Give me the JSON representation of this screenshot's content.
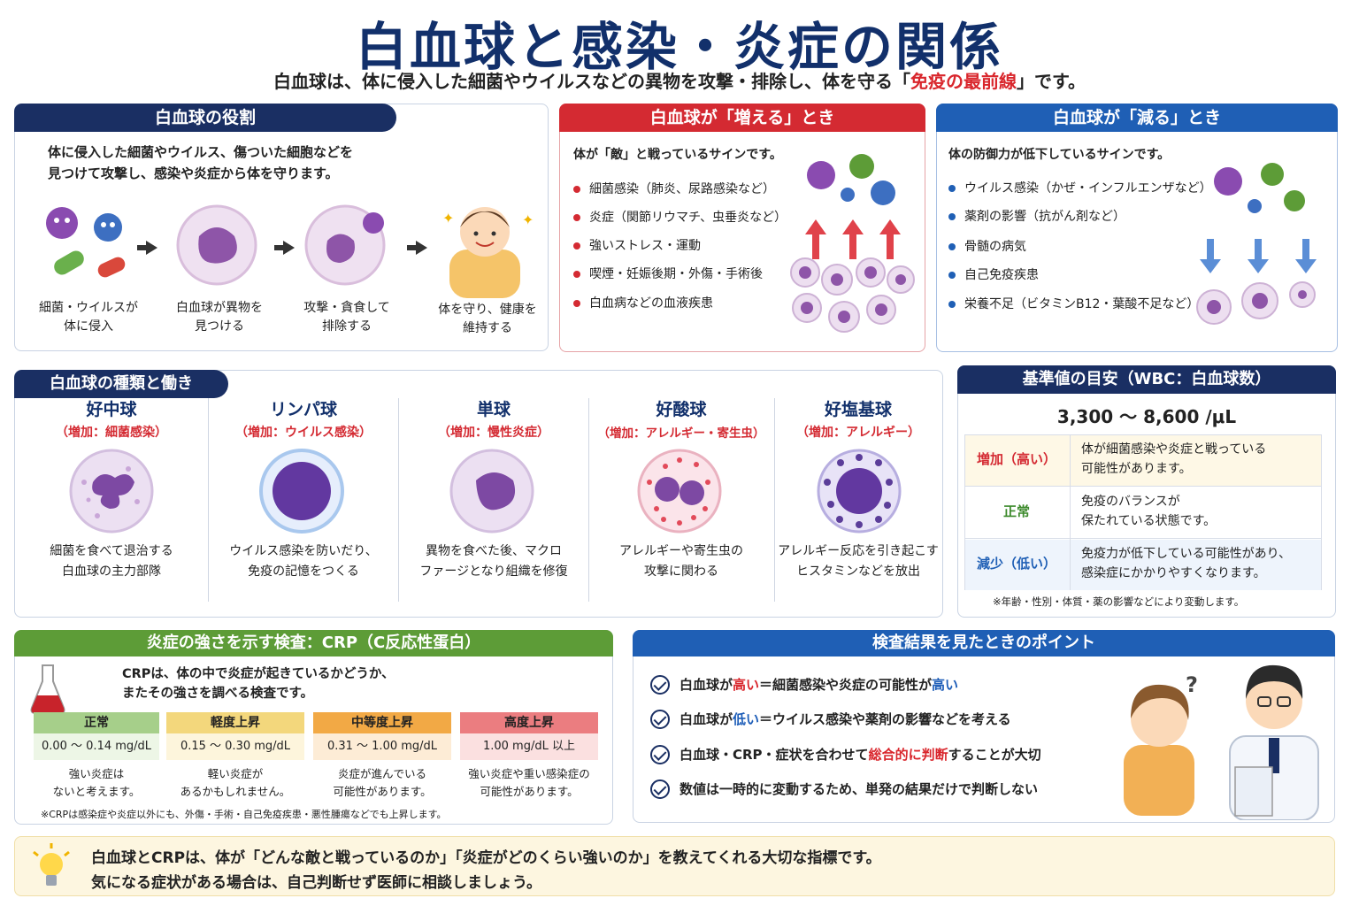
{
  "title": "白血球と感染・炎症の関係",
  "subtitle": {
    "before": "白血球は、体に侵入した細菌やウイルスなどの異物を攻撃・排除し、体を守る「",
    "highlight": "免疫の最前線",
    "after": "」です。"
  },
  "role": {
    "header": "白血球の役割",
    "intro_line1": "体に侵入した細菌やウイルス、傷ついた細胞などを",
    "intro_line2": "見つけて攻撃し、感染や炎症から体を守ります。",
    "steps": [
      {
        "line1": "細菌・ウイルスが",
        "line2": "体に侵入"
      },
      {
        "line1": "白血球が異物を",
        "line2": "見つける"
      },
      {
        "line1": "攻撃・貪食して",
        "line2": "排除する"
      },
      {
        "line1": "体を守り、健康を",
        "line2": "維持する"
      }
    ]
  },
  "increase": {
    "header": "白血球が「増える」とき",
    "intro": "体が「敵」と戦っているサインです。",
    "items": [
      "細菌感染（肺炎、尿路感染など）",
      "炎症（関節リウマチ、虫垂炎など）",
      "強いストレス・運動",
      "喫煙・妊娠後期・外傷・手術後",
      "白血病などの血液疾患"
    ]
  },
  "decrease": {
    "header": "白血球が「減る」とき",
    "intro": "体の防御力が低下しているサインです。",
    "items": [
      "ウイルス感染（かぜ・インフルエンザなど）",
      "薬剤の影響（抗がん剤など）",
      "骨髄の病気",
      "自己免疫疾患",
      "栄養不足（ビタミンB12・葉酸不足など）"
    ]
  },
  "types": {
    "header": "白血球の種類と働き",
    "cells": [
      {
        "name": "好中球",
        "sub": "（増加：細菌感染）",
        "desc1": "細菌を食べて退治する",
        "desc2": "白血球の主力部隊"
      },
      {
        "name": "リンパ球",
        "sub": "（増加：ウイルス感染）",
        "desc1": "ウイルス感染を防いだり、",
        "desc2": "免疫の記憶をつくる"
      },
      {
        "name": "単球",
        "sub": "（増加：慢性炎症）",
        "desc1": "異物を食べた後、マクロ",
        "desc2": "ファージとなり組織を修復"
      },
      {
        "name": "好酸球",
        "sub": "（増加：アレルギー・寄生虫）",
        "desc1": "アレルギーや寄生虫の",
        "desc2": "攻撃に関わる"
      },
      {
        "name": "好塩基球",
        "sub": "（増加：アレルギー）",
        "desc1": "アレルギー反応を引き起こす",
        "desc2": "ヒスタミンなどを放出"
      }
    ]
  },
  "reference": {
    "header": "基準値の目安（WBC：白血球数）",
    "range": "3,300 ～ 8,600 /μL",
    "rows": [
      {
        "label": "増加（高い）",
        "line1": "体が細菌感染や炎症と戦っている",
        "line2": "可能性があります。",
        "color": "#d42a32"
      },
      {
        "label": "正常",
        "line1": "免疫のバランスが",
        "line2": "保たれている状態です。",
        "color": "#3c8a2b"
      },
      {
        "label": "減少（低い）",
        "line1": "免疫力が低下している可能性があり、",
        "line2": "感染症にかかりやすくなります。",
        "color": "#1f5fb5"
      }
    ],
    "note": "※年齢・性別・体質・薬の影響などにより変動します。"
  },
  "crp": {
    "header": "炎症の強さを示す検査：CRP（C反応性蛋白）",
    "intro1": "CRPは、体の中で炎症が起きているかどうか、",
    "intro2": "またその強さを調べる検査です。",
    "levels": [
      {
        "name": "正常",
        "value": "0.00 ～ 0.14 mg/dL",
        "d1": "強い炎症は",
        "d2": "ないと考えます。",
        "color": "#a6cf8a",
        "bg": "#edf6e6"
      },
      {
        "name": "軽度上昇",
        "value": "0.15 ～ 0.30 mg/dL",
        "d1": "軽い炎症が",
        "d2": "あるかもしれません。",
        "color": "#f3d77c",
        "bg": "#fdf5dc"
      },
      {
        "name": "中等度上昇",
        "value": "0.31 ～ 1.00 mg/dL",
        "d1": "炎症が進んでいる",
        "d2": "可能性があります。",
        "color": "#f2a945",
        "bg": "#fdecd6"
      },
      {
        "name": "高度上昇",
        "value": "1.00 mg/dL 以上",
        "d1": "強い炎症や重い感染症の",
        "d2": "可能性があります。",
        "color": "#eb7d80",
        "bg": "#fbe0e0"
      }
    ],
    "note": "※CRPは感染症や炎症以外にも、外傷・手術・自己免疫疾患・悪性腫瘍などでも上昇します。"
  },
  "points": {
    "header": "検査結果を見たときのポイント",
    "p1": {
      "a": "白血球が",
      "b": "高い",
      "c": "＝細菌感染や炎症の可能性が",
      "d": "高い"
    },
    "p2": {
      "a": "白血球が",
      "b": "低い",
      "c": "＝ウイルス感染や薬剤の影響などを考える"
    },
    "p3": {
      "a": "白血球・CRP・症状を合わせて",
      "b": "総合的に判断",
      "c": "することが大切"
    },
    "p4": "数値は一時的に変動するため、単発の結果だけで判断しない"
  },
  "footer": {
    "line1": "白血球とCRPは、体が「どんな敵と戦っているのか」「炎症がどのくらい強いのか」を教えてくれる大切な指標です。",
    "line2": "気になる症状がある場合は、自己判断せず医師に相談しましょう。"
  }
}
